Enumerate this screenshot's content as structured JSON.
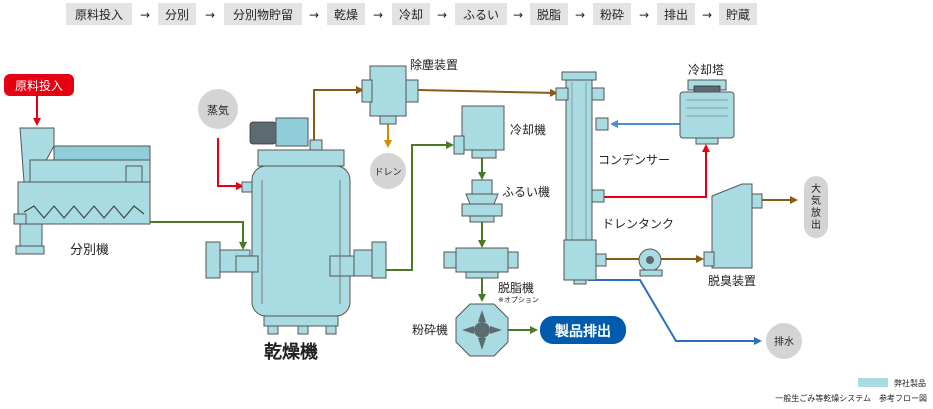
{
  "process_flow": {
    "steps": [
      "原料投入",
      "分別",
      "分別物貯留",
      "乾燥",
      "冷却",
      "ふるい",
      "脱脂",
      "粉砕",
      "排出",
      "貯蔵"
    ],
    "arrow": "→"
  },
  "tags": {
    "raw_input": "原料投入",
    "product_out": "製品排出"
  },
  "circles": {
    "steam": "蒸気",
    "drain": "ドレン",
    "drain_water": "排水"
  },
  "exhaust_pill": [
    "大",
    "気",
    "放",
    "出"
  ],
  "labels": {
    "separator": "分別機",
    "dryer": "乾燥機",
    "dust_remover": "除塵装置",
    "cooler": "冷却機",
    "sieve": "ふるい機",
    "degreaser": "脱脂機",
    "degreaser_note": "※オプション",
    "crusher": "粉砕機",
    "condenser": "コンデンサー",
    "cooling_tower": "冷却塔",
    "drain_tank": "ドレンタンク",
    "deodorizer": "脱臭装置"
  },
  "legend": {
    "swatch_label": "弊社製品",
    "caption": "一般生ごみ等乾燥システム　参考フロー図",
    "swatch_color": "#a9dbe2"
  },
  "colors": {
    "step_box": "#e3e3e3",
    "equipment": "#a9dbe2",
    "raw_input_tag": "#e60012",
    "product_tag": "#005bac",
    "steam_line": "#e60012",
    "material_line": "#4a7a23",
    "exhaust_line": "#8b5a14",
    "drain_line": "#d98a00",
    "water_line": "#2a6fbf",
    "cold_water_line": "#4a90d9"
  }
}
